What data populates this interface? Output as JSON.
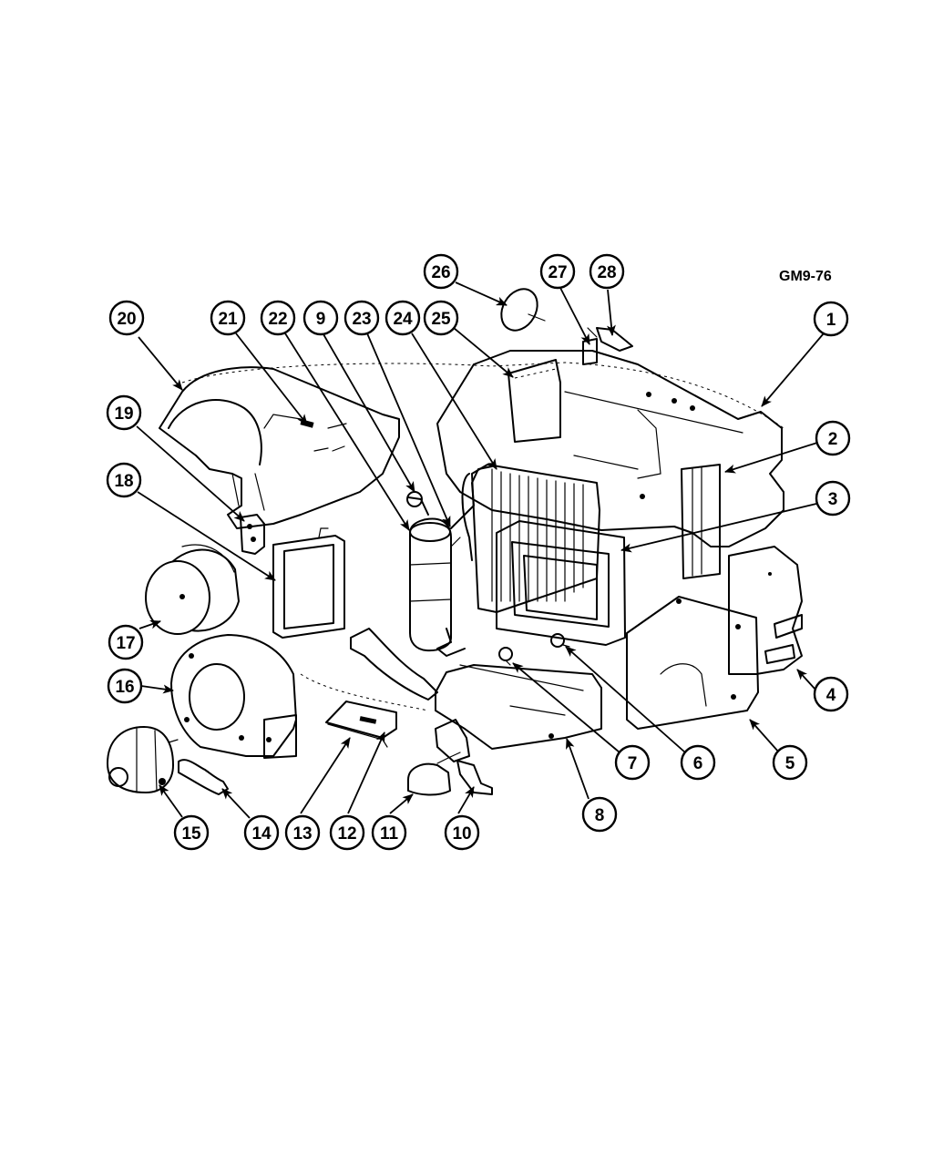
{
  "figure_id": "GM9-76",
  "callouts": [
    {
      "id": "c1",
      "label": "1"
    },
    {
      "id": "c2",
      "label": "2"
    },
    {
      "id": "c3",
      "label": "3"
    },
    {
      "id": "c4",
      "label": "4"
    },
    {
      "id": "c5",
      "label": "5"
    },
    {
      "id": "c6",
      "label": "6"
    },
    {
      "id": "c7",
      "label": "7"
    },
    {
      "id": "c8",
      "label": "8"
    },
    {
      "id": "c9",
      "label": "9"
    },
    {
      "id": "c10",
      "label": "10"
    },
    {
      "id": "c11",
      "label": "11"
    },
    {
      "id": "c12",
      "label": "12"
    },
    {
      "id": "c13",
      "label": "13"
    },
    {
      "id": "c14",
      "label": "14"
    },
    {
      "id": "c15",
      "label": "15"
    },
    {
      "id": "c16",
      "label": "16"
    },
    {
      "id": "c17",
      "label": "17"
    },
    {
      "id": "c18",
      "label": "18"
    },
    {
      "id": "c19",
      "label": "19"
    },
    {
      "id": "c20",
      "label": "20"
    },
    {
      "id": "c21",
      "label": "21"
    },
    {
      "id": "c22",
      "label": "22"
    },
    {
      "id": "c23",
      "label": "23"
    },
    {
      "id": "c24",
      "label": "24"
    },
    {
      "id": "c25",
      "label": "25"
    },
    {
      "id": "c26",
      "label": "26"
    },
    {
      "id": "c27",
      "label": "27"
    },
    {
      "id": "c28",
      "label": "28"
    }
  ]
}
